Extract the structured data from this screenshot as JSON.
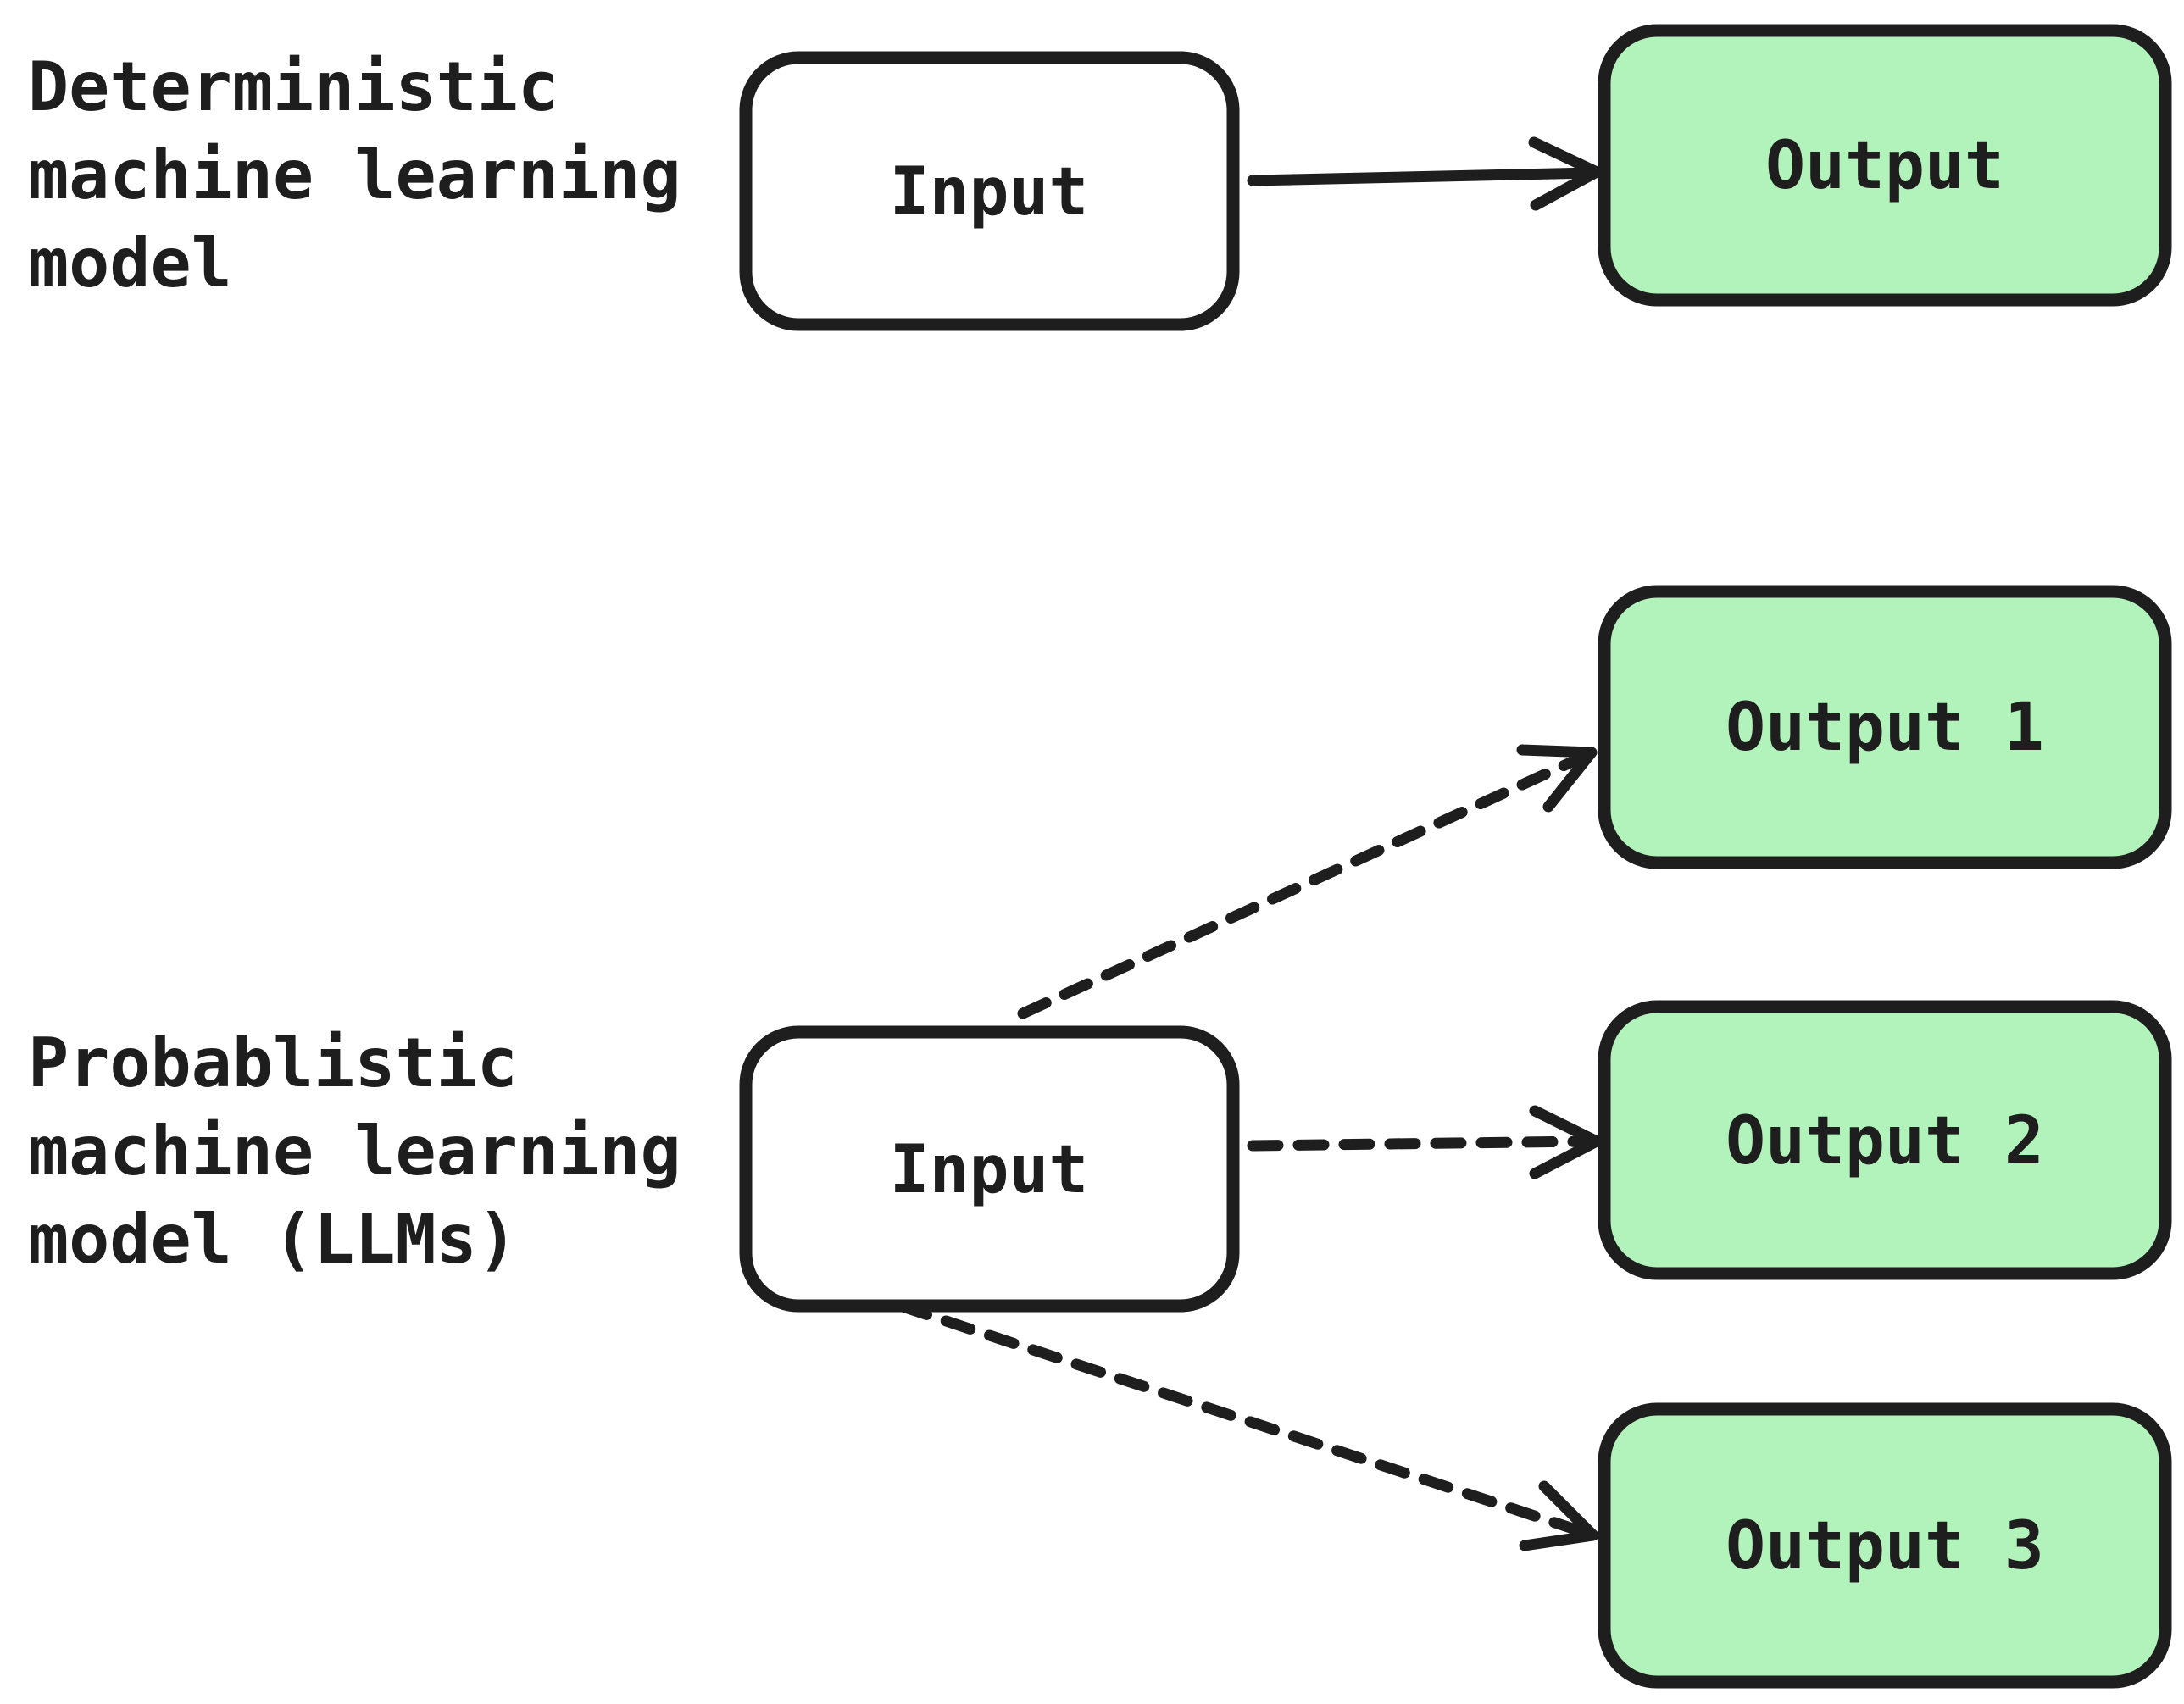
{
  "diagram": {
    "background_color": "#ffffff",
    "stroke_color": "#1e1e1e",
    "green_fill": "#b2f2bb",
    "white_fill": "#ffffff",
    "sections": [
      {
        "id": "deterministic",
        "caption_lines": [
          "Deterministic",
          "machine learning",
          "model"
        ],
        "nodes": [
          {
            "id": "det-input",
            "label": "Input",
            "fill": "white"
          },
          {
            "id": "det-output",
            "label": "Output",
            "fill": "green"
          }
        ],
        "edges": [
          {
            "from": "det-input",
            "to": "det-output",
            "line": "solid",
            "arrowhead": "open-v"
          }
        ]
      },
      {
        "id": "probablistic",
        "caption_lines": [
          "Probablistic",
          "machine learning",
          "model (LLMs)"
        ],
        "nodes": [
          {
            "id": "prob-input",
            "label": "Input",
            "fill": "white"
          },
          {
            "id": "output-1",
            "label": "Output 1",
            "fill": "green"
          },
          {
            "id": "output-2",
            "label": "Output 2",
            "fill": "green"
          },
          {
            "id": "output-3",
            "label": "Output 3",
            "fill": "green"
          }
        ],
        "edges": [
          {
            "from": "prob-input",
            "to": "output-1",
            "line": "dashed",
            "arrowhead": "open-v"
          },
          {
            "from": "prob-input",
            "to": "output-2",
            "line": "dashed",
            "arrowhead": "open-v"
          },
          {
            "from": "prob-input",
            "to": "output-3",
            "line": "dashed",
            "arrowhead": "open-v"
          }
        ]
      }
    ]
  }
}
